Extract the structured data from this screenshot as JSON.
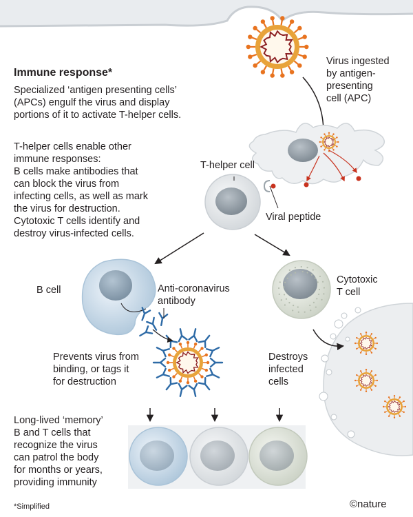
{
  "title": "Immune response*",
  "intro": "Specialized ‘antigen presenting cells’\n(APCs) engulf the virus and display\nportions of it to activate T-helper cells.",
  "body": "T-helper cells enable other\nimmune responses:\nB cells make antibodies that\ncan block the virus from\ninfecting cells, as well as mark\nthe virus for destruction.\nCytotoxic T cells identify and\ndestroy virus-infected cells.",
  "labels": {
    "virus_ingested": "Virus ingested\nby antigen-\npresenting\ncell (APC)",
    "t_helper": "T-helper cell",
    "viral_peptide": "Viral peptide",
    "b_cell": "B cell",
    "antibody": "Anti-coronavirus\nantibody",
    "cytotoxic": "Cytotoxic\nT cell",
    "prevents": "Prevents virus from\nbinding, or tags it\nfor destruction",
    "destroys": "Destroys\ninfected\ncells",
    "memory": "Long-lived ‘memory’\nB and T cells that\nrecognize the virus\ncan patrol the body\nfor months or years,\nproviding immunity"
  },
  "footnote": "*Simplified",
  "credit": "©nature",
  "colors": {
    "virus_ring": "#e8a33a",
    "virus_core": "#8a1c1f",
    "spike": "#e8731f",
    "b_cell": "#c9dbe9",
    "t_helper": "#e4e7ea",
    "cytotoxic": "#e0e6da",
    "antibody": "#2d6aa6",
    "arrow_red": "#c8321e"
  }
}
